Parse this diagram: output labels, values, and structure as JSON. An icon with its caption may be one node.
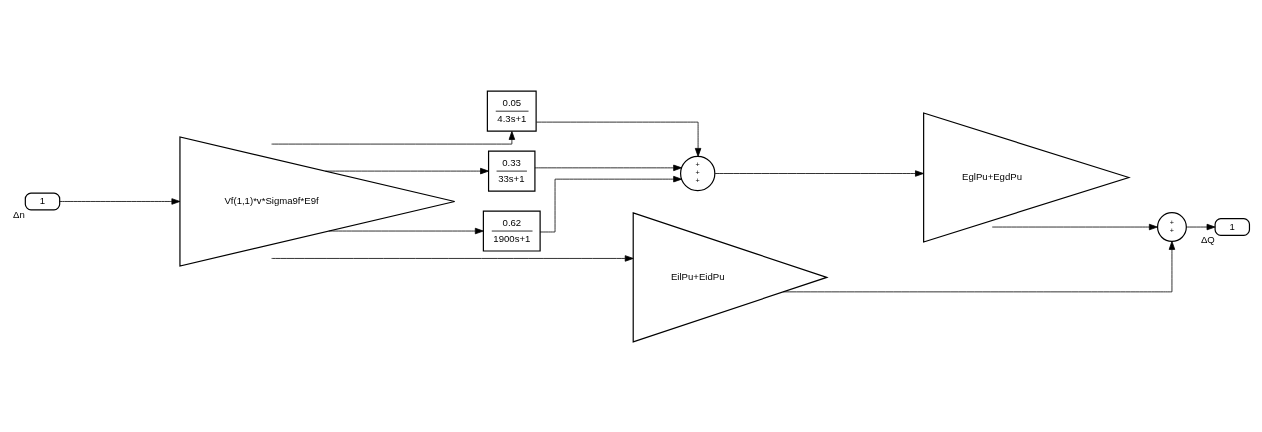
{
  "diagram": {
    "nodes": [
      {
        "text": [
          "1"
        ],
        "beside": [
          "Δn"
        ]
      },
      {
        "text": [
          "Vf(1,1)*v*Sigma9f*E9f"
        ]
      },
      {
        "text": [
          "0.05",
          "4.3s+1"
        ]
      },
      {
        "text": [
          "0.33",
          "33s+1"
        ]
      },
      {
        "text": [
          "0.62",
          "1900s+1"
        ]
      },
      {
        "text": [
          "+",
          "+",
          "+"
        ]
      },
      {
        "text": [
          "EglPu+EgdPu"
        ]
      },
      {
        "text": [
          "EilPu+EidPu"
        ]
      },
      {
        "text": [
          "+",
          "+"
        ]
      },
      {
        "text": [
          "1"
        ],
        "beside": [
          "ΔQ"
        ]
      }
    ],
    "edges": [
      {
        "from": 0,
        "to": 1,
        "arrow": "to"
      },
      {
        "from": 1,
        "to": 2,
        "arrow": "to"
      },
      {
        "from": 1,
        "to": 3,
        "arrow": "to"
      },
      {
        "from": 1,
        "to": 4,
        "arrow": "to"
      },
      {
        "from": 1,
        "to": 7,
        "arrow": "to"
      },
      {
        "from": 2,
        "to": 5,
        "arrow": "to"
      },
      {
        "from": 3,
        "to": 5,
        "arrow": "to"
      },
      {
        "from": 4,
        "to": 5,
        "arrow": "to"
      },
      {
        "from": 5,
        "to": 6,
        "arrow": "to"
      },
      {
        "from": 6,
        "to": 8,
        "arrow": "to"
      },
      {
        "from": 7,
        "to": 8,
        "arrow": "to"
      },
      {
        "from": 8,
        "to": 9,
        "arrow": "to"
      }
    ]
  }
}
